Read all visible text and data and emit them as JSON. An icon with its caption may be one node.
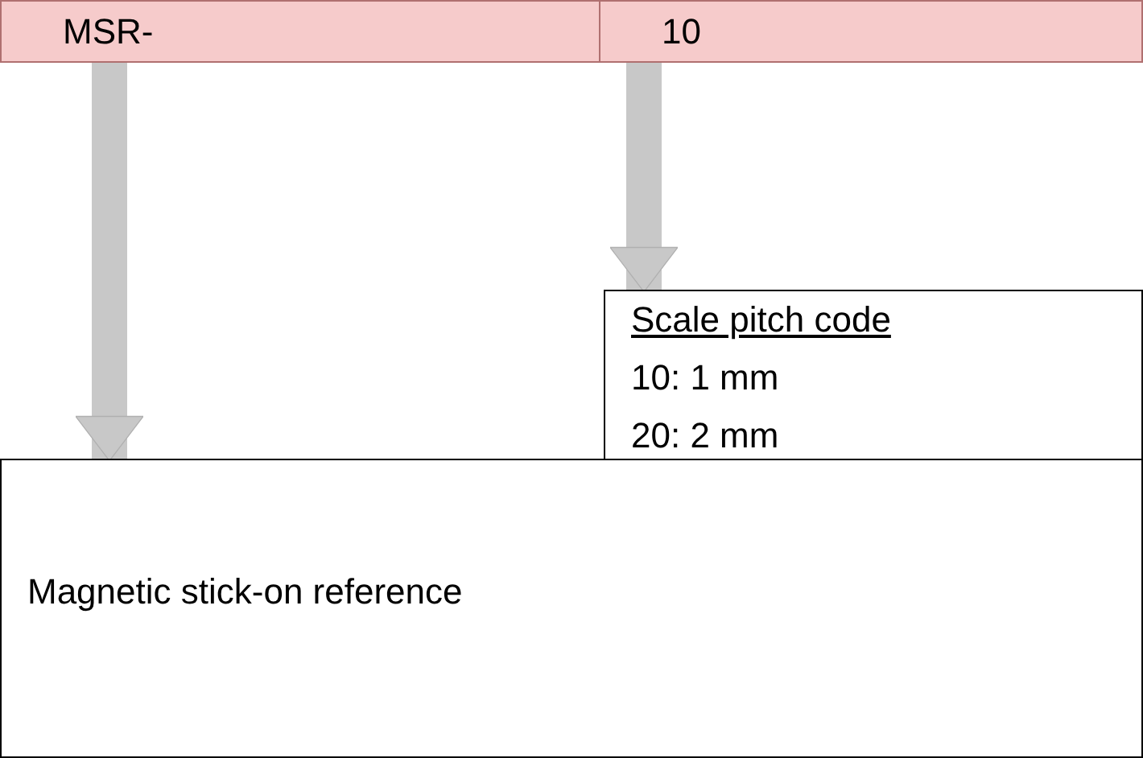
{
  "diagram": {
    "nodes": [
      {
        "text": [
          "MSR-"
        ]
      },
      {
        "text": [
          "10"
        ]
      },
      {
        "text": [
          "Scale pitch code",
          "10: 1 mm",
          "20: 2 mm"
        ]
      },
      {
        "text": [
          "Magnetic stick-on reference"
        ]
      }
    ],
    "edges": [
      {
        "from": 0,
        "to": 3,
        "arrow": "to",
        "color": "#c8c8c8"
      },
      {
        "from": 1,
        "to": 2,
        "arrow": "to",
        "color": "#c8c8c8"
      }
    ]
  }
}
